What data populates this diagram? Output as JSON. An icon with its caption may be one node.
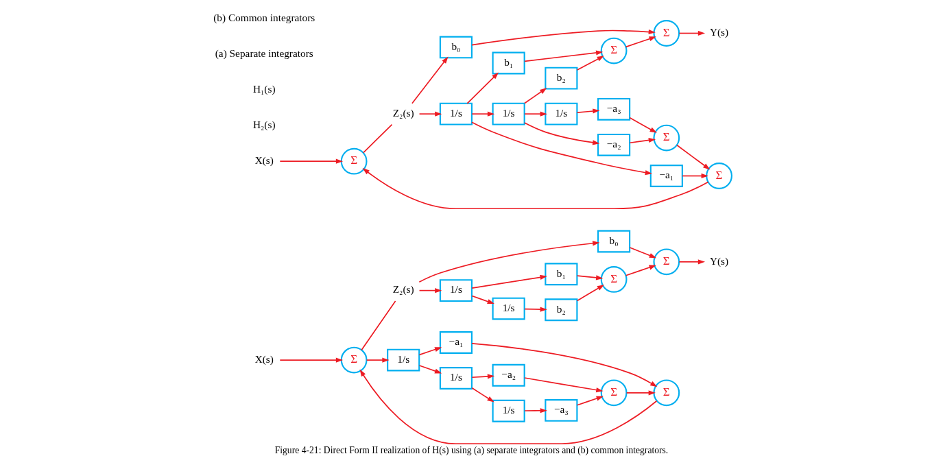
{
  "diagram": {
    "caption": "Figure 4-21: Direct Form II realization of H(s) using (a) separate integrators and (b) common integrators.",
    "nodes": [
      {
        "text": [
          "X(s)"
        ]
      },
      {
        "text": [
          "Σ"
        ]
      },
      {
        "text": [
          "Z₂(s)"
        ]
      },
      {
        "text": [
          "b₀"
        ]
      },
      {
        "text": [
          "Σ"
        ]
      },
      {
        "text": [
          "Y(s)"
        ]
      },
      {
        "text": [
          "1/s"
        ]
      },
      {
        "text": [
          "1/s"
        ]
      },
      {
        "text": [
          "Σ"
        ]
      },
      {
        "text": [
          "−a₁"
        ]
      },
      {
        "text": [
          "1/s"
        ]
      },
      {
        "text": [
          "b₁"
        ]
      },
      {
        "text": [
          "Σ"
        ]
      },
      {
        "text": [
          "1/s"
        ]
      },
      {
        "text": [
          "Σ"
        ]
      },
      {
        "text": [
          "−a₂"
        ]
      },
      {
        "text": [
          "1/s"
        ]
      },
      {
        "text": [
          "−a₃"
        ]
      },
      {
        "text": [
          "b₂"
        ]
      },
      {
        "text": [
          "X(s)"
        ]
      },
      {
        "text": [
          "Σ"
        ]
      },
      {
        "text": [
          "Z₂(s)"
        ]
      },
      {
        "text": [
          "b₀"
        ]
      },
      {
        "text": [
          "Σ"
        ]
      },
      {
        "text": [
          "Y(s)"
        ]
      },
      {
        "text": [
          "1/s"
        ]
      },
      {
        "text": [
          "Σ"
        ]
      },
      {
        "text": [
          "−a₁"
        ]
      },
      {
        "text": [
          "b₁"
        ]
      },
      {
        "text": [
          "Σ"
        ]
      },
      {
        "text": [
          "1/s"
        ]
      },
      {
        "text": [
          "Σ"
        ]
      },
      {
        "text": [
          "−a₂"
        ]
      },
      {
        "text": [
          "b₂"
        ]
      },
      {
        "text": [
          "1/s"
        ]
      },
      {
        "text": [
          "−a₃"
        ]
      }
    ],
    "edges": [
      {
        "from": 0,
        "to": 1,
        "arrow": "to"
      },
      {
        "from": 1,
        "to": 6,
        "arrow": "to"
      },
      {
        "from": 1,
        "to": 2,
        "arrow": "none"
      },
      {
        "from": 2,
        "to": 3,
        "arrow": "to"
      },
      {
        "from": 2,
        "to": 7,
        "arrow": "to"
      },
      {
        "from": 3,
        "to": 4,
        "arrow": "to"
      },
      {
        "from": 4,
        "to": 5,
        "arrow": "to"
      },
      {
        "from": 6,
        "to": 10,
        "arrow": "to"
      },
      {
        "from": 6,
        "to": 9,
        "arrow": "to"
      },
      {
        "from": 10,
        "to": 16,
        "arrow": "to"
      },
      {
        "from": 10,
        "to": 15,
        "arrow": "to"
      },
      {
        "from": 16,
        "to": 17,
        "arrow": "to"
      },
      {
        "from": 17,
        "to": 14,
        "arrow": "to"
      },
      {
        "from": 15,
        "to": 14,
        "arrow": "to"
      },
      {
        "from": 9,
        "to": 8,
        "arrow": "to"
      },
      {
        "from": 14,
        "to": 8,
        "arrow": "to"
      },
      {
        "from": 8,
        "to": 1,
        "arrow": "to"
      },
      {
        "from": 7,
        "to": 13,
        "arrow": "to"
      },
      {
        "from": 7,
        "to": 11,
        "arrow": "to"
      },
      {
        "from": 13,
        "to": 18,
        "arrow": "to"
      },
      {
        "from": 11,
        "to": 12,
        "arrow": "to"
      },
      {
        "from": 18,
        "to": 12,
        "arrow": "to"
      },
      {
        "from": 12,
        "to": 4,
        "arrow": "to"
      },
      {
        "from": 19,
        "to": 20,
        "arrow": "to"
      },
      {
        "from": 20,
        "to": 21,
        "arrow": "none"
      },
      {
        "from": 21,
        "to": 22,
        "arrow": "to"
      },
      {
        "from": 21,
        "to": 25,
        "arrow": "to"
      },
      {
        "from": 22,
        "to": 23,
        "arrow": "to"
      },
      {
        "from": 23,
        "to": 24,
        "arrow": "to"
      },
      {
        "from": 25,
        "to": 30,
        "arrow": "to"
      },
      {
        "from": 25,
        "to": 27,
        "arrow": "to"
      },
      {
        "from": 25,
        "to": 28,
        "arrow": "to"
      },
      {
        "from": 30,
        "to": 34,
        "arrow": "to"
      },
      {
        "from": 30,
        "to": 32,
        "arrow": "to"
      },
      {
        "from": 30,
        "to": 33,
        "arrow": "to"
      },
      {
        "from": 34,
        "to": 35,
        "arrow": "to"
      },
      {
        "from": 35,
        "to": 31,
        "arrow": "to"
      },
      {
        "from": 32,
        "to": 31,
        "arrow": "to"
      },
      {
        "from": 27,
        "to": 26,
        "arrow": "to"
      },
      {
        "from": 31,
        "to": 26,
        "arrow": "to"
      },
      {
        "from": 26,
        "to": 20,
        "arrow": "to"
      },
      {
        "from": 28,
        "to": 29,
        "arrow": "to"
      },
      {
        "from": 33,
        "to": 29,
        "arrow": "to"
      },
      {
        "from": 29,
        "to": 23,
        "arrow": "to"
      }
    ],
    "labels": [
      "H₂(s)",
      "H₁(s)",
      "(a) Separate integrators",
      "(b) Common integrators"
    ]
  }
}
